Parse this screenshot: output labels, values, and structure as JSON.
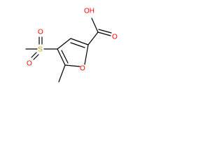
{
  "molecule": {
    "labels": {
      "hydroxyl": "OH",
      "carbonyl_o": "O",
      "ring_o": "O",
      "sulfur": "S",
      "sulfonyl_o_top": "O",
      "sulfonyl_o_left": "O"
    },
    "colors": {
      "bond": "#000000",
      "oxygen": "#ff0000",
      "sulfur": "#c8a000"
    }
  }
}
